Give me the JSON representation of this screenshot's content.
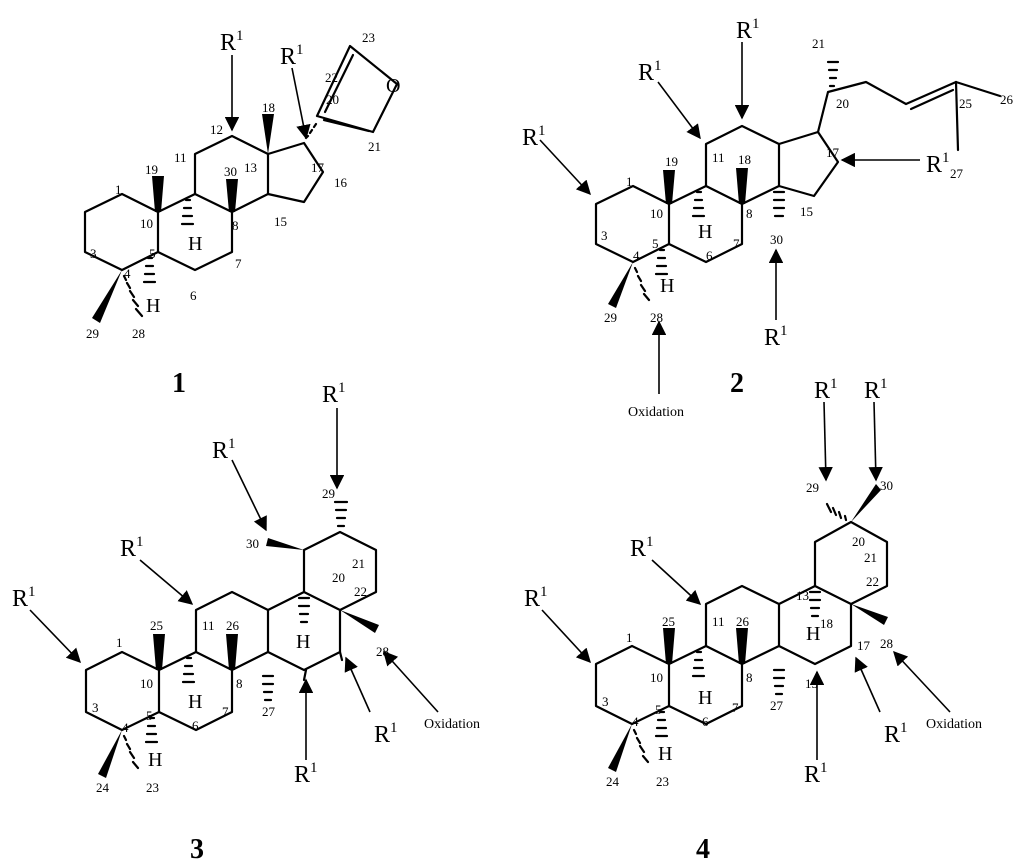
{
  "figure": {
    "substituent_label": "R",
    "substituent_superscript": "1",
    "oxidation_label": "Oxidation",
    "ring_heteroatom": "O",
    "hydrogen_label": "H"
  },
  "structures": [
    {
      "id": "1",
      "atom_numbers": [
        "1",
        "3",
        "4",
        "5",
        "6",
        "7",
        "8",
        "10",
        "11",
        "12",
        "13",
        "15",
        "16",
        "17",
        "18",
        "19",
        "20",
        "21",
        "22",
        "23",
        "28",
        "29",
        "30"
      ]
    },
    {
      "id": "2",
      "atom_numbers": [
        "1",
        "3",
        "4",
        "5",
        "6",
        "7",
        "8",
        "10",
        "11",
        "15",
        "17",
        "18",
        "19",
        "20",
        "21",
        "25",
        "26",
        "27",
        "28",
        "29",
        "30"
      ]
    },
    {
      "id": "3",
      "atom_numbers": [
        "1",
        "3",
        "4",
        "5",
        "6",
        "7",
        "8",
        "10",
        "11",
        "20",
        "21",
        "22",
        "23",
        "24",
        "25",
        "26",
        "27",
        "28",
        "29",
        "30"
      ]
    },
    {
      "id": "4",
      "atom_numbers": [
        "1",
        "3",
        "4",
        "5",
        "6",
        "7",
        "8",
        "10",
        "11",
        "13",
        "15",
        "17",
        "18",
        "20",
        "21",
        "22",
        "23",
        "24",
        "25",
        "26",
        "27",
        "28",
        "29",
        "30"
      ]
    }
  ]
}
